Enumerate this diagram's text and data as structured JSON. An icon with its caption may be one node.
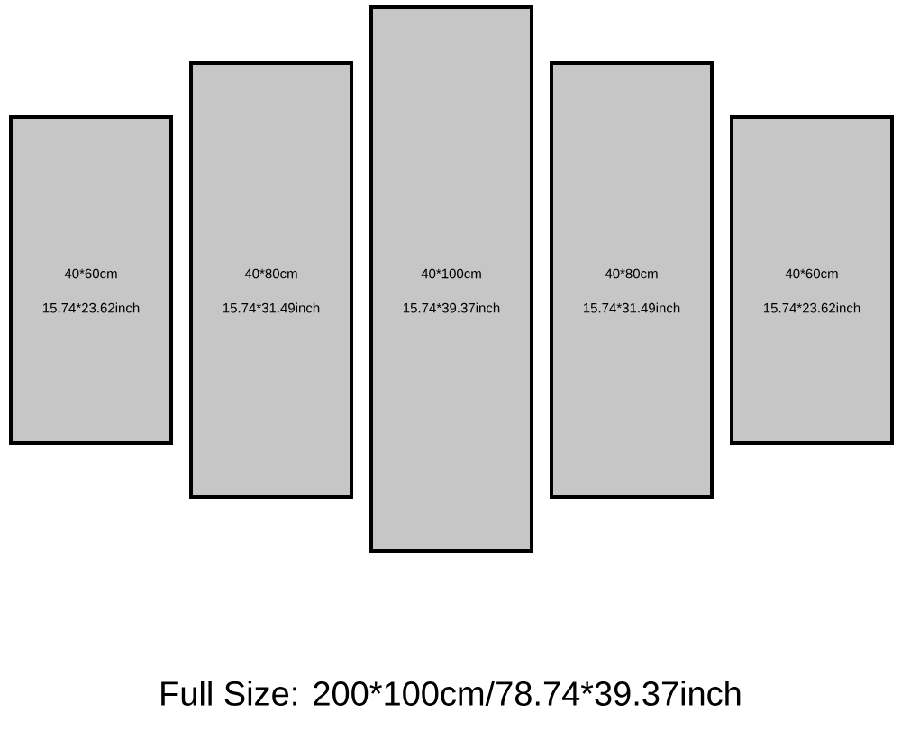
{
  "diagram": {
    "caption": "Full Size: 200*100cm/78.74*39.37inch",
    "nodes": [
      {
        "text": [
          "40*60cm",
          "15.74*23.62inch"
        ]
      },
      {
        "text": [
          "40*80cm",
          "15.74*31.49inch"
        ]
      },
      {
        "text": [
          "40*100cm",
          "15.74*39.37inch"
        ]
      },
      {
        "text": [
          "40*80cm",
          "15.74*31.49inch"
        ]
      },
      {
        "text": [
          "40*60cm",
          "15.74*23.62inch"
        ]
      }
    ]
  }
}
